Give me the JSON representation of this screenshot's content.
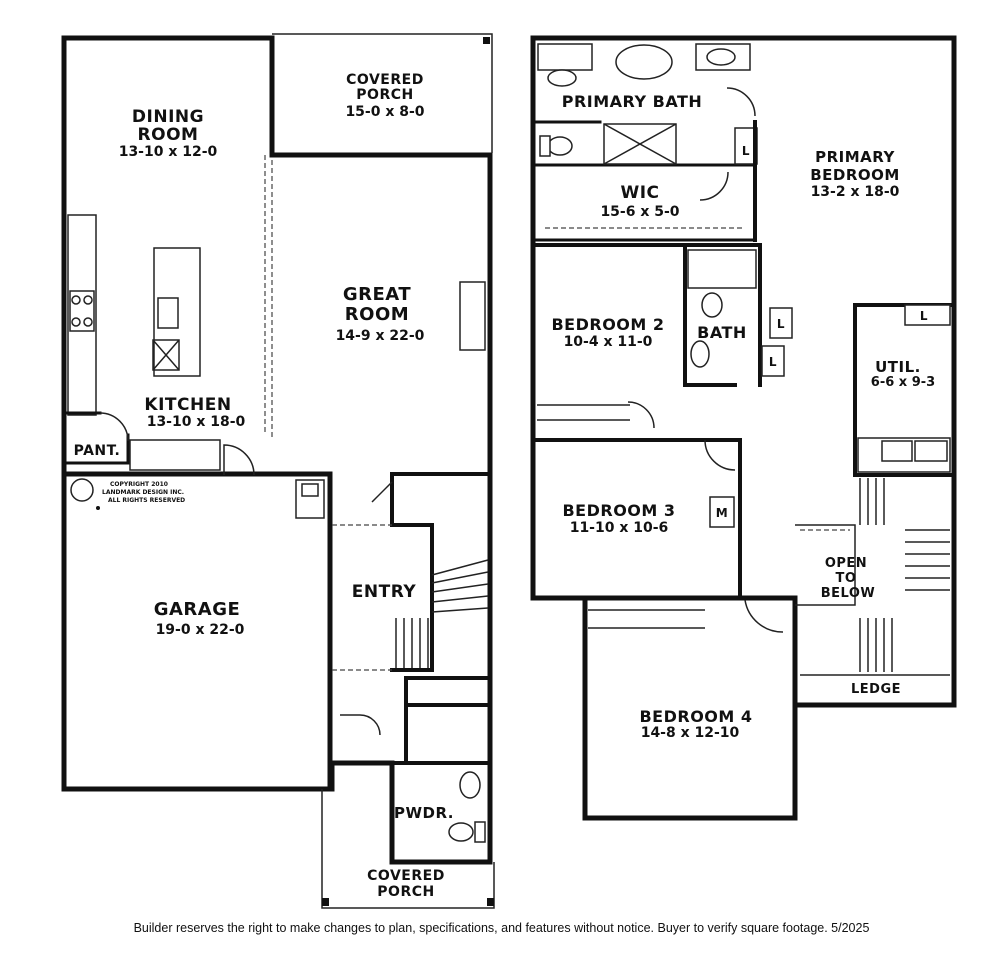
{
  "rooms": {
    "dining": {
      "name_l1": "DINING",
      "name_l2": "ROOM",
      "dims": "13-10 x 12-0"
    },
    "porch_top": {
      "name_l1": "COVERED",
      "name_l2": "PORCH",
      "dims": "15-0 x 8-0"
    },
    "great": {
      "name_l1": "GREAT",
      "name_l2": "ROOM",
      "dims": "14-9 x 22-0"
    },
    "kitchen": {
      "name": "KITCHEN",
      "dims": "13-10 x 18-0"
    },
    "pantry": {
      "name": "PANT."
    },
    "garage": {
      "name": "GARAGE",
      "dims": "19-0 x 22-0"
    },
    "entry": {
      "name": "ENTRY"
    },
    "powder": {
      "name": "PWDR."
    },
    "porch_bottom": {
      "name_l1": "COVERED",
      "name_l2": "PORCH"
    },
    "primary_bath": {
      "name": "PRIMARY BATH"
    },
    "wic": {
      "name": "WIC",
      "dims": "15-6 x 5-0"
    },
    "primary_bed": {
      "name_l1": "PRIMARY",
      "name_l2": "BEDROOM",
      "dims": "13-2 x 18-0"
    },
    "bed2": {
      "name": "BEDROOM 2",
      "dims": "10-4 x 11-0"
    },
    "bath": {
      "name": "BATH"
    },
    "util": {
      "name": "UTIL.",
      "dims": "6-6 x 9-3"
    },
    "bed3": {
      "name": "BEDROOM 3",
      "dims": "11-10 x 10-6"
    },
    "open": {
      "name_l1": "OPEN",
      "name_l2": "TO",
      "name_l3": "BELOW"
    },
    "ledge": {
      "name": "LEDGE"
    },
    "bed4": {
      "name": "BEDROOM 4",
      "dims": "14-8 x 12-10"
    }
  },
  "marks": {
    "linen": "L",
    "mech": "M"
  },
  "copyright": {
    "l1": "COPYRIGHT 2010",
    "l2": "LANDMARK DESIGN INC.",
    "l3": "ALL RIGHTS RESERVED"
  },
  "footer": "Builder reserves the right to make changes to plan, specifications, and features without notice.  Buyer to verify square footage.  5/2025"
}
